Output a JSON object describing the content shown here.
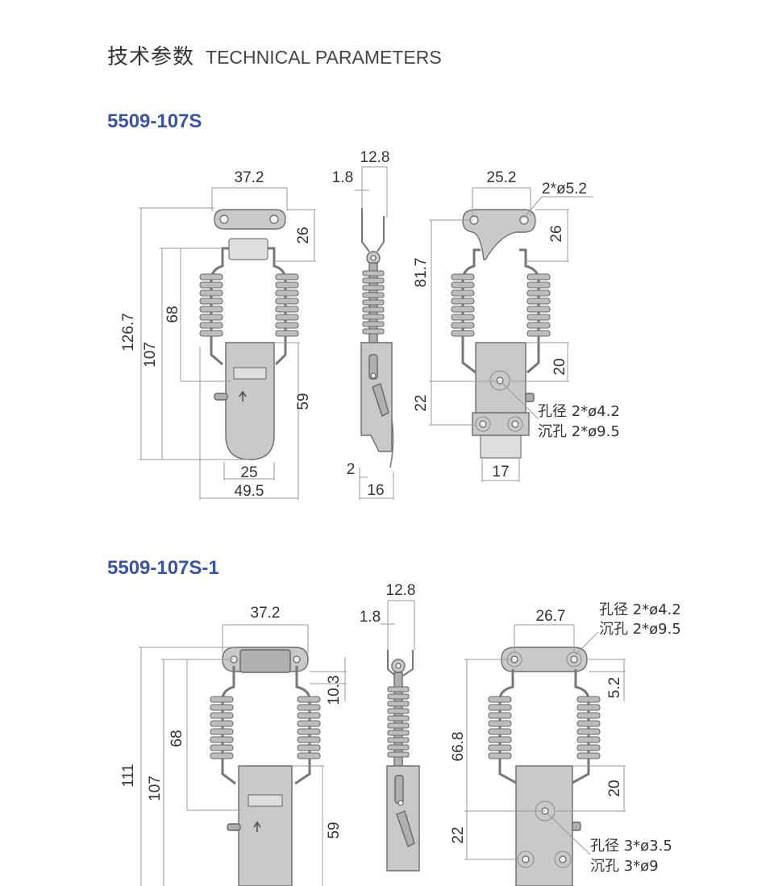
{
  "header": {
    "title_cn": "技术参数",
    "title_en": "TECHNICAL PARAMETERS"
  },
  "products": [
    {
      "model": "5509-107S",
      "front": {
        "top_width": "37.2",
        "plate_height": "26",
        "total_height": "126.7",
        "height_107": "107",
        "height_68": "68",
        "height_59": "59",
        "width_25": "25",
        "width_49": "49.5"
      },
      "side": {
        "depth": "12.8",
        "thickness": "1.8",
        "offset": "2",
        "base": "16"
      },
      "back": {
        "top_width": "25.2",
        "top_holes": "2*ø5.2",
        "plate_height": "26",
        "height_81": "81.7",
        "height_20": "20",
        "height_22": "22",
        "bottom_width": "17",
        "hole_note_1": "孔径 2*ø4.2",
        "hole_note_2": "沉孔 2*ø9.5"
      }
    },
    {
      "model": "5509-107S-1",
      "front": {
        "top_width": "37.2",
        "plate_height": "10.3",
        "total_height": "111",
        "height_107": "107",
        "height_68": "68",
        "height_59": "59"
      },
      "side": {
        "depth": "12.8",
        "thickness": "1.8"
      },
      "back": {
        "top_width": "26.7",
        "top_hole_note_1": "孔径 2*ø4.2",
        "top_hole_note_2": "沉孔 2*ø9.5",
        "height_5": "5.2",
        "height_66": "66.8",
        "height_20": "20",
        "height_22": "22",
        "hole_note_1": "孔径 3*ø3.5",
        "hole_note_2": "沉孔 3*ø9"
      }
    }
  ],
  "colors": {
    "model_blue": "#3a55a0",
    "metal": "#c9c9c9",
    "dimension_line": "#9a9a9a"
  }
}
